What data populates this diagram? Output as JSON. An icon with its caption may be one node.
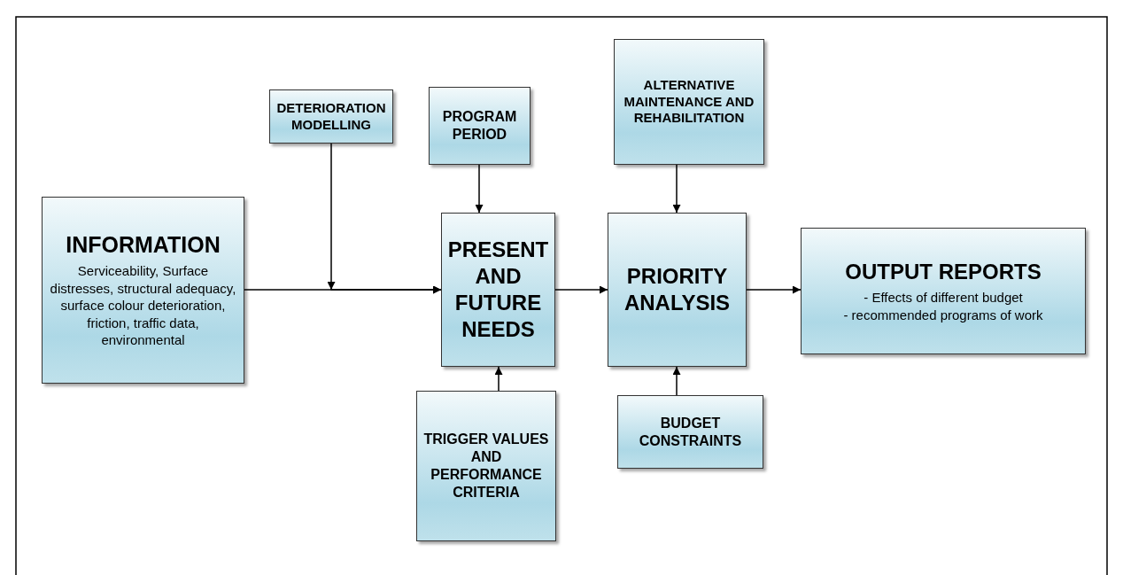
{
  "diagram": {
    "nodes": [
      {
        "text": [
          "INFORMATION",
          "Serviceability, Surface distresses, structural adequacy, surface colour deterioration, friction, traffic data, environmental"
        ]
      },
      {
        "text": [
          "DETERIORATION MODELLING"
        ]
      },
      {
        "text": [
          "PROGRAM PERIOD"
        ]
      },
      {
        "text": [
          "PRESENT AND FUTURE NEEDS"
        ]
      },
      {
        "text": [
          "ALTERNATIVE MAINTENANCE AND REHABILITATION"
        ]
      },
      {
        "text": [
          "PRIORITY ANALYSIS"
        ]
      },
      {
        "text": [
          "OUTPUT REPORTS",
          "- Effects of different budget",
          "- recommended programs of work"
        ]
      },
      {
        "text": [
          "TRIGGER VALUES AND PERFORMANCE CRITERIA"
        ]
      },
      {
        "text": [
          "BUDGET CONSTRAINTS"
        ]
      }
    ],
    "edges": [
      {
        "from": 0,
        "to": 3,
        "arrow": "to"
      },
      {
        "from": 1,
        "to": 3,
        "arrow": "to"
      },
      {
        "from": 2,
        "to": 3,
        "arrow": "to"
      },
      {
        "from": 7,
        "to": 3,
        "arrow": "to"
      },
      {
        "from": 3,
        "to": 5,
        "arrow": "to"
      },
      {
        "from": 4,
        "to": 5,
        "arrow": "to"
      },
      {
        "from": 8,
        "to": 5,
        "arrow": "to"
      },
      {
        "from": 5,
        "to": 6,
        "arrow": "to"
      }
    ]
  }
}
